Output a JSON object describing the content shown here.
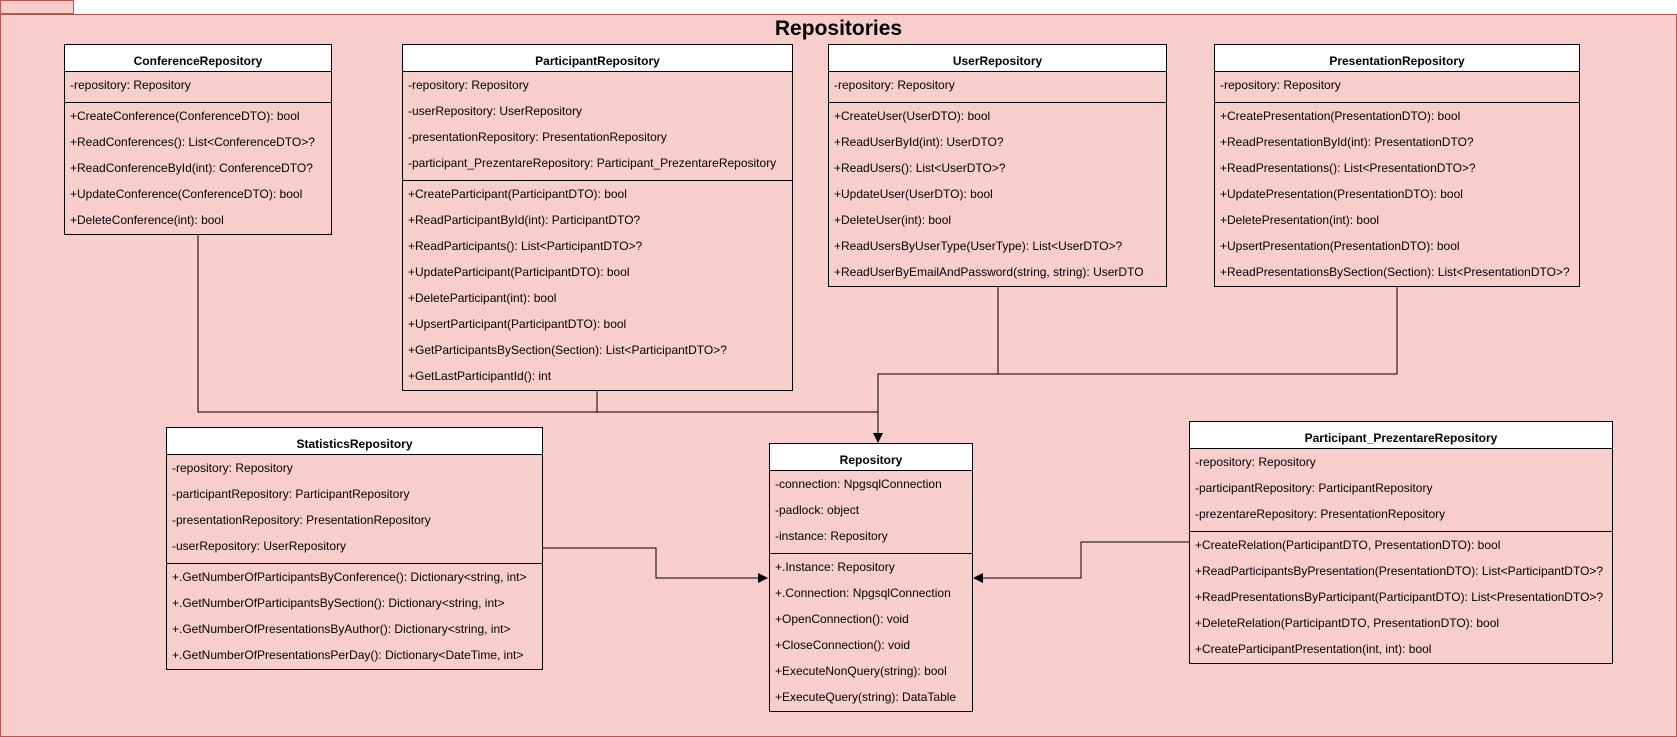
{
  "package": {
    "title": "Repositories"
  },
  "classes": {
    "conference": {
      "name": "ConferenceRepository",
      "attributes": [
        "-repository: Repository"
      ],
      "methods": [
        "+CreateConference(ConferenceDTO): bool",
        "+ReadConferences(): List<ConferenceDTO>?",
        "+ReadConferenceById(int): ConferenceDTO?",
        "+UpdateConference(ConferenceDTO): bool",
        "+DeleteConference(int): bool"
      ]
    },
    "participant": {
      "name": "ParticipantRepository",
      "attributes": [
        "-repository: Repository",
        "-userRepository: UserRepository",
        "-presentationRepository: PresentationRepository",
        "-participant_PrezentareRepository: Participant_PrezentareRepository"
      ],
      "methods": [
        "+CreateParticipant(ParticipantDTO): bool",
        "+ReadParticipantById(int): ParticipantDTO?",
        "+ReadParticipants(): List<ParticipantDTO>?",
        "+UpdateParticipant(ParticipantDTO): bool",
        "+DeleteParticipant(int): bool",
        "+UpsertParticipant(ParticipantDTO): bool",
        "+GetParticipantsBySection(Section): List<ParticipantDTO>?",
        "+GetLastParticipantId(): int"
      ]
    },
    "user": {
      "name": "UserRepository",
      "attributes": [
        "-repository: Repository"
      ],
      "methods": [
        "+CreateUser(UserDTO): bool",
        "+ReadUserById(int): UserDTO?",
        "+ReadUsers(): List<UserDTO>?",
        "+UpdateUser(UserDTO): bool",
        "+DeleteUser(int): bool",
        "+ReadUsersByUserType(UserType): List<UserDTO>?",
        "+ReadUserByEmailAndPassword(string, string): UserDTO"
      ]
    },
    "presentation": {
      "name": "PresentationRepository",
      "attributes": [
        "-repository: Repository"
      ],
      "methods": [
        "+CreatePresentation(PresentationDTO): bool",
        "+ReadPresentationById(int): PresentationDTO?",
        "+ReadPresentations(): List<PresentationDTO>?",
        "+UpdatePresentation(PresentationDTO): bool",
        "+DeletePresentation(int): bool",
        "+UpsertPresentation(PresentationDTO): bool",
        "+ReadPresentationsBySection(Section): List<PresentationDTO>?"
      ]
    },
    "statistics": {
      "name": "StatisticsRepository",
      "attributes": [
        "-repository: Repository",
        "-participantRepository: ParticipantRepository",
        "-presentationRepository: PresentationRepository",
        "-userRepository: UserRepository"
      ],
      "methods": [
        "+.GetNumberOfParticipantsByConference(): Dictionary<string, int>",
        "+.GetNumberOfParticipantsBySection(): Dictionary<string, int>",
        "+.GetNumberOfPresentationsByAuthor(): Dictionary<string, int>",
        "+.GetNumberOfPresentationsPerDay(): Dictionary<DateTime, int>"
      ]
    },
    "repository": {
      "name": "Repository",
      "attributes": [
        "-connection: NpgsqlConnection",
        "-padlock: object",
        "-instance: Repository"
      ],
      "methods": [
        "+.Instance: Repository",
        "+.Connection: NpgsqlConnection",
        "+OpenConnection(): void",
        "+CloseConnection(): void",
        "+ExecuteNonQuery(string): bool",
        "+ExecuteQuery(string): DataTable"
      ]
    },
    "participant_prezentare": {
      "name": "Participant_PrezentareRepository",
      "attributes": [
        "-repository: Repository",
        "-participantRepository: ParticipantRepository",
        "-prezentareRepository: PresentationRepository"
      ],
      "methods": [
        "+CreateRelation(ParticipantDTO, PresentationDTO): bool",
        "+ReadParticipantsByPresentation(PresentationDTO): List<ParticipantDTO>?",
        "+ReadPresentationsByParticipant(ParticipantDTO): List<PresentationDTO>?",
        "+DeleteRelation(ParticipantDTO, PresentationDTO): bool",
        "+CreateParticipantPresentation(int, int): bool"
      ]
    }
  }
}
